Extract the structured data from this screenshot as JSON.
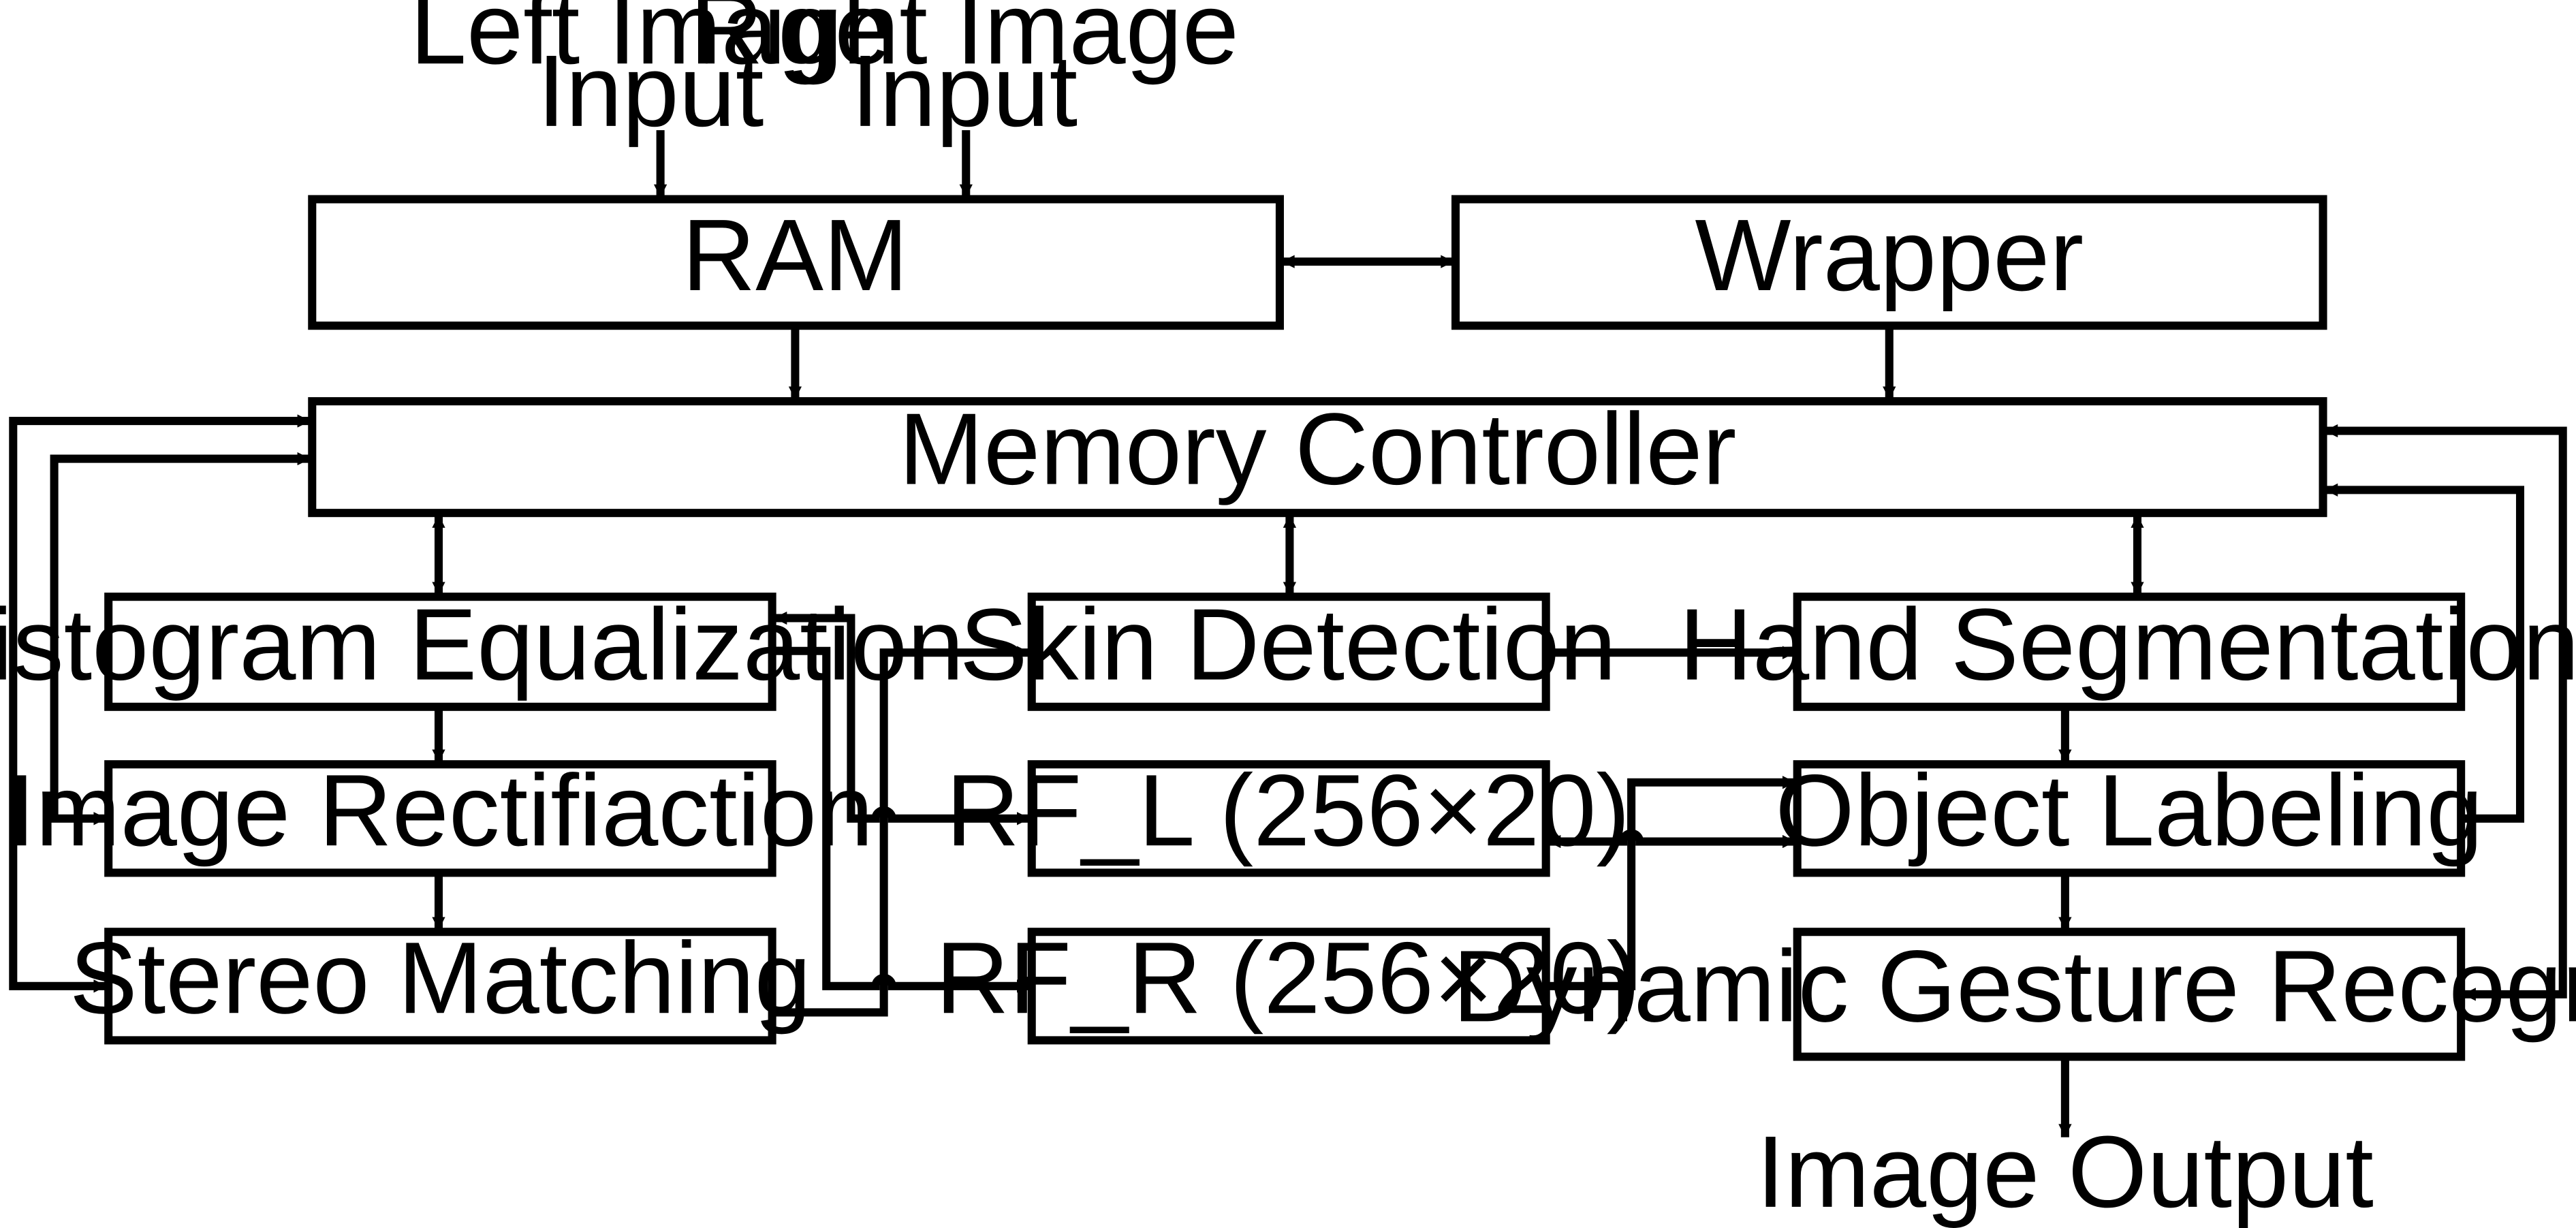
{
  "io": {
    "left_input": [
      "Left Image",
      "Input"
    ],
    "right_input": [
      "Right Image",
      "Input"
    ],
    "output": "Image Output"
  },
  "blocks": {
    "ram": "RAM",
    "wrapper": "Wrapper",
    "memory_controller": "Memory Controller",
    "histogram_equalization": "Histogram Equalization",
    "image_rectification": "Image Rectifiaction",
    "stereo_matching": "Stereo Matching",
    "skin_detection": "Skin Detection",
    "rf_l": "RF_L (256×20)",
    "rf_r": "RF_R (256×20)",
    "hand_segmentation": "Hand Segmentation",
    "object_labeling": "Object Labeling",
    "dynamic_gesture_recognition": "Dynamic Gesture Recognition"
  },
  "colors": {
    "stroke": "#000000",
    "background": "#ffffff"
  }
}
